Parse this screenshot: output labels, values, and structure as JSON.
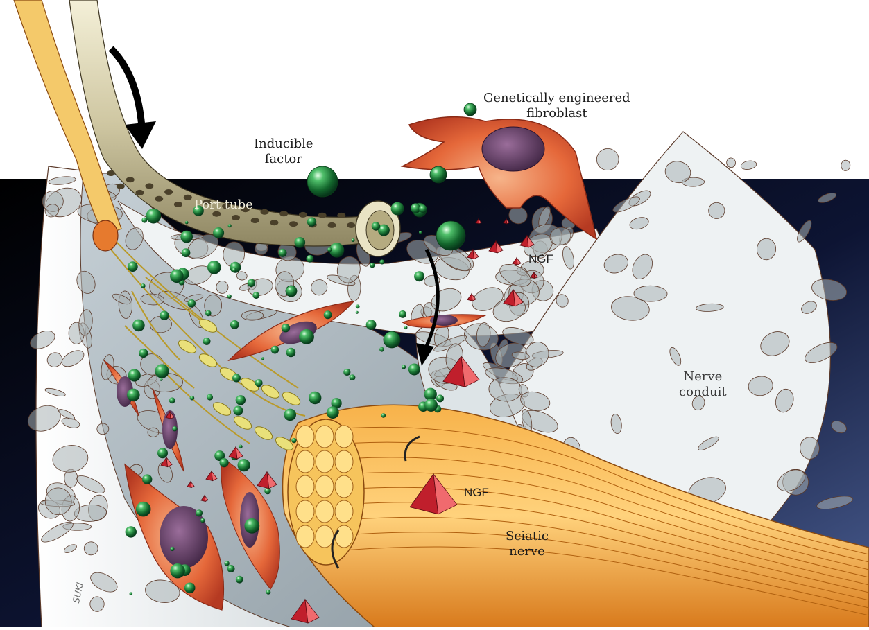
{
  "labels": {
    "fibroblast": [
      "Genetically engineered",
      "fibroblast"
    ],
    "inducible_factor": [
      "Inducible",
      "factor"
    ],
    "port_tube": "Port tube",
    "ngf_upper": "NGF",
    "ngf_lower": "NGF",
    "nerve_conduit": [
      "Nerve",
      "conduit"
    ],
    "sciatic_nerve": [
      "Sciatic",
      "nerve"
    ],
    "signature": "SUKI"
  },
  "colors": {
    "background_band": "#0b1130",
    "conduit_wall": "#eaeef0",
    "pore_shadow": "#8c9496",
    "factor_sphere": "#1f7a3a",
    "ngf_pyramid": "#e0343c",
    "nerve_orange": "#f1a23a",
    "cell_body": "#e86a3a",
    "nucleus": "#5a3a5e",
    "port_tube": "#d8d2b4"
  }
}
